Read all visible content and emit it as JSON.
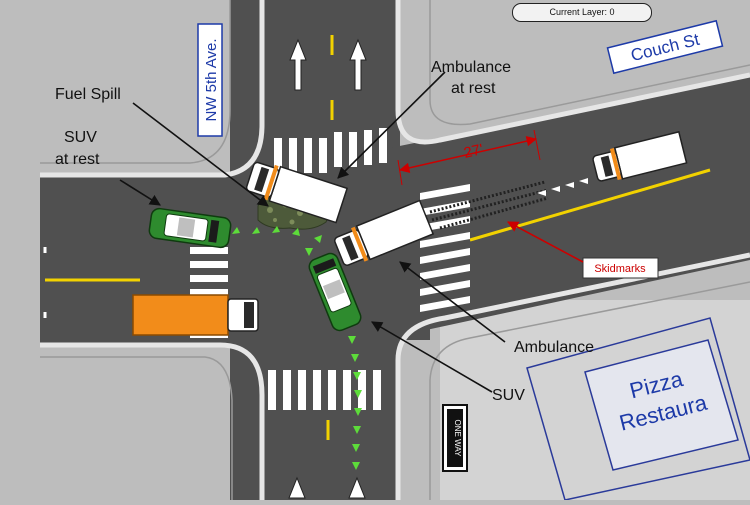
{
  "toolbar": {
    "layer_label": "Current Layer: 0"
  },
  "streets": {
    "vertical": "NW 5th Ave.",
    "horizontal": "Couch St"
  },
  "building": {
    "name_line1": "Pizza",
    "name_line2": "Restaura"
  },
  "sign": {
    "one_way": "ONE WAY"
  },
  "measurement": {
    "label": "27'"
  },
  "labels": {
    "ambulance_at_rest_1": "Ambulance",
    "ambulance_at_rest_2": "at rest",
    "fuel_spill": "Fuel Spill",
    "suv_at_rest_1": "SUV",
    "suv_at_rest_2": "at rest",
    "skidmarks": "Skidmarks",
    "ambulance": "Ambulance",
    "suv": "SUV"
  },
  "colors": {
    "asphalt": "#505050",
    "sidewalk": "#bdbdbd",
    "curb": "#d9d9d9",
    "lot": "#d3d3d3",
    "center_line": "#f2d200",
    "suv_green": "#2e8b2e",
    "truck_orange": "#f28c1a",
    "path_green": "#5ddc3a",
    "label_red": "#cc0000",
    "street_blue": "#1d3aa8"
  }
}
